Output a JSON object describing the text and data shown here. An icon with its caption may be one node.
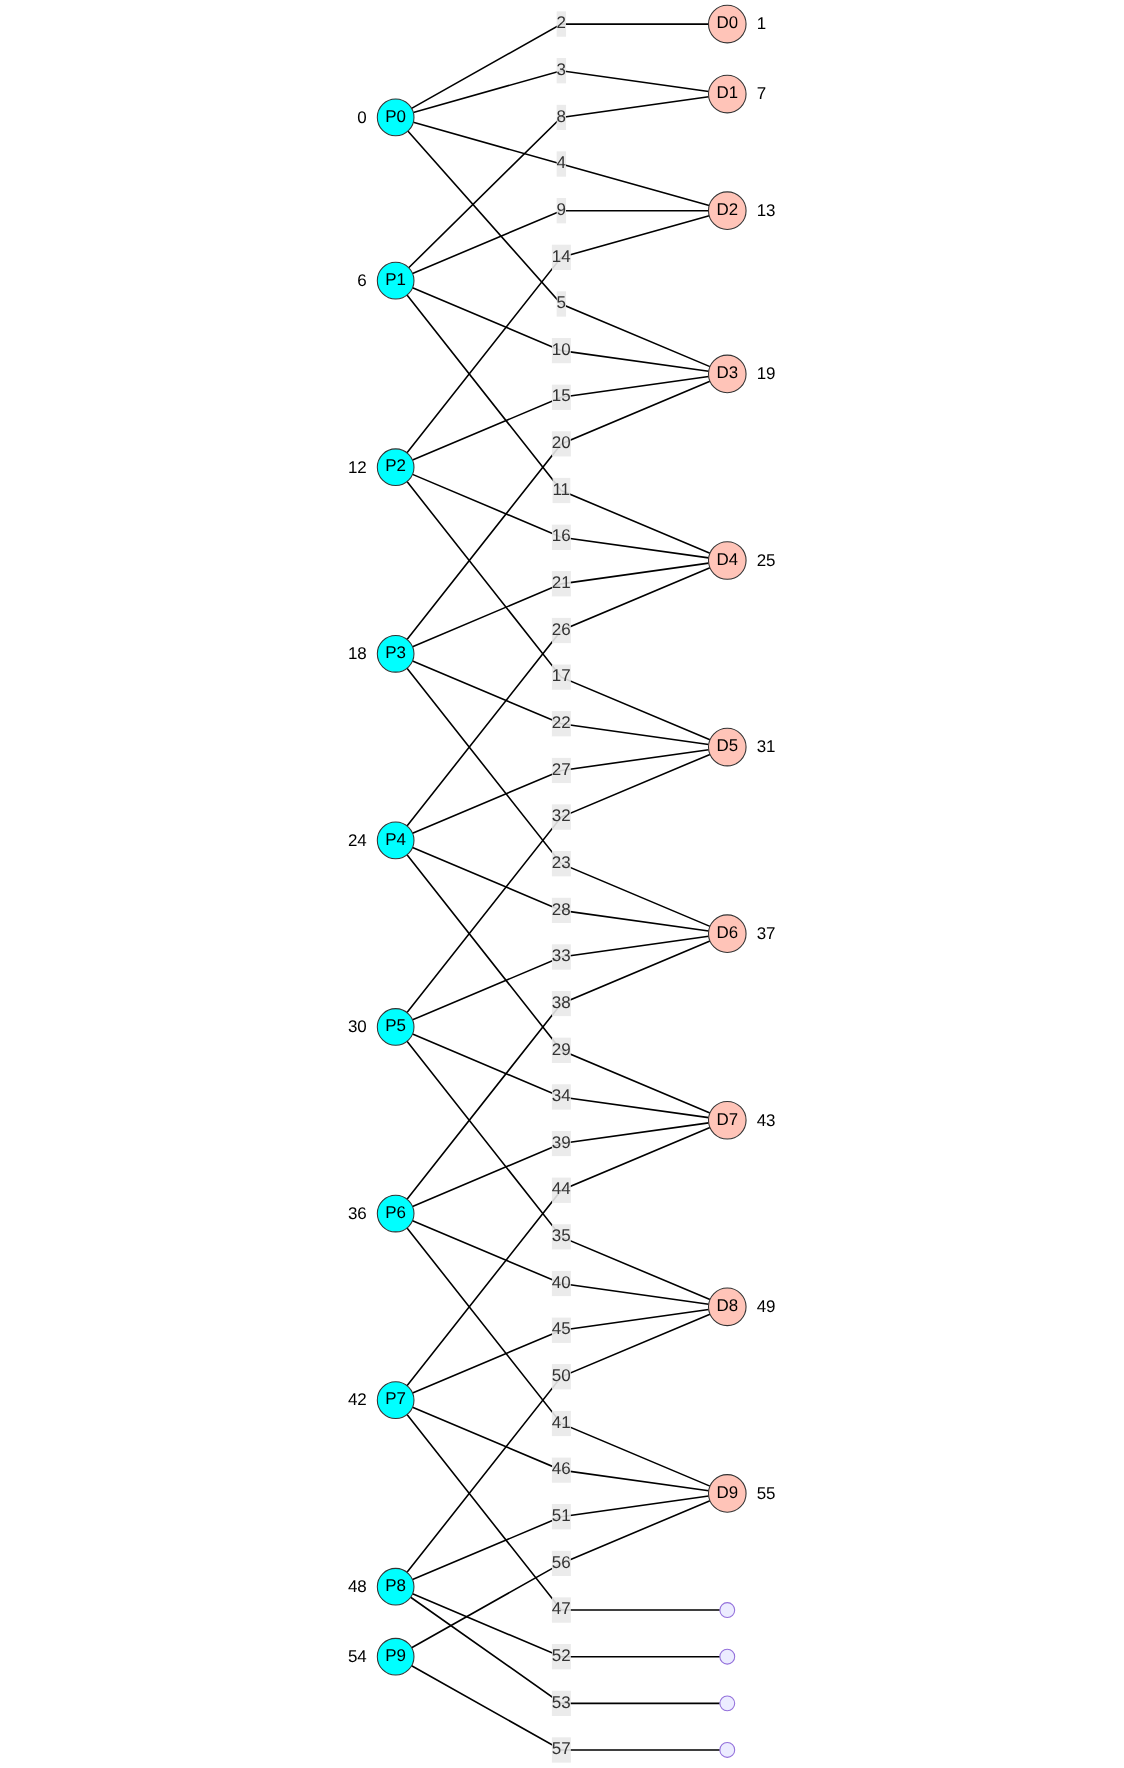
{
  "diagram": {
    "nodes": [
      {
        "text": [
          "P0"
        ],
        "beside": [
          "0"
        ]
      },
      {
        "text": [
          "D0"
        ],
        "beside": [
          "1"
        ]
      },
      {
        "text": [
          "P1"
        ],
        "beside": [
          "6"
        ]
      },
      {
        "text": [
          "D1"
        ],
        "beside": [
          "7"
        ]
      },
      {
        "text": [
          "P2"
        ],
        "beside": [
          "12"
        ]
      },
      {
        "text": [
          "D2"
        ],
        "beside": [
          "13"
        ]
      },
      {
        "text": [
          "P3"
        ],
        "beside": [
          "18"
        ]
      },
      {
        "text": [
          "D3"
        ],
        "beside": [
          "19"
        ]
      },
      {
        "text": [
          "P4"
        ],
        "beside": [
          "24"
        ]
      },
      {
        "text": [
          "D4"
        ],
        "beside": [
          "25"
        ]
      },
      {
        "text": [
          "P5"
        ],
        "beside": [
          "30"
        ]
      },
      {
        "text": [
          "D5"
        ],
        "beside": [
          "31"
        ]
      },
      {
        "text": [
          "P6"
        ],
        "beside": [
          "36"
        ]
      },
      {
        "text": [
          "D6"
        ],
        "beside": [
          "37"
        ]
      },
      {
        "text": [
          "P7"
        ],
        "beside": [
          "42"
        ]
      },
      {
        "text": [
          "D7"
        ],
        "beside": [
          "43"
        ]
      },
      {
        "text": [
          "P8"
        ],
        "beside": [
          "48"
        ]
      },
      {
        "text": [
          "D8"
        ],
        "beside": [
          "49"
        ]
      },
      {
        "text": [
          "P9"
        ],
        "beside": [
          "54"
        ]
      },
      {
        "text": [
          "D9"
        ],
        "beside": [
          "55"
        ]
      }
    ],
    "edges": [
      {
        "from": 0,
        "to": 1,
        "arrow": "none",
        "label": "2"
      },
      {
        "from": 0,
        "to": 3,
        "arrow": "none",
        "label": "3"
      },
      {
        "from": 0,
        "to": 5,
        "arrow": "none",
        "label": "4"
      },
      {
        "from": 0,
        "to": 7,
        "arrow": "none",
        "label": "5"
      },
      {
        "from": 2,
        "to": 3,
        "arrow": "none",
        "label": "8"
      },
      {
        "from": 2,
        "to": 5,
        "arrow": "none",
        "label": "9"
      },
      {
        "from": 2,
        "to": 7,
        "arrow": "none",
        "label": "10"
      },
      {
        "from": 2,
        "to": 9,
        "arrow": "none",
        "label": "11"
      },
      {
        "from": 4,
        "to": 5,
        "arrow": "none",
        "label": "14"
      },
      {
        "from": 4,
        "to": 7,
        "arrow": "none",
        "label": "15"
      },
      {
        "from": 4,
        "to": 9,
        "arrow": "none",
        "label": "16"
      },
      {
        "from": 4,
        "to": 11,
        "arrow": "none",
        "label": "17"
      },
      {
        "from": 6,
        "to": 7,
        "arrow": "none",
        "label": "20"
      },
      {
        "from": 6,
        "to": 9,
        "arrow": "none",
        "label": "21"
      },
      {
        "from": 6,
        "to": 11,
        "arrow": "none",
        "label": "22"
      },
      {
        "from": 6,
        "to": 13,
        "arrow": "none",
        "label": "23"
      },
      {
        "from": 8,
        "to": 9,
        "arrow": "none",
        "label": "26"
      },
      {
        "from": 8,
        "to": 11,
        "arrow": "none",
        "label": "27"
      },
      {
        "from": 8,
        "to": 13,
        "arrow": "none",
        "label": "28"
      },
      {
        "from": 8,
        "to": 15,
        "arrow": "none",
        "label": "29"
      },
      {
        "from": 10,
        "to": 11,
        "arrow": "none",
        "label": "32"
      },
      {
        "from": 10,
        "to": 13,
        "arrow": "none",
        "label": "33"
      },
      {
        "from": 10,
        "to": 15,
        "arrow": "none",
        "label": "34"
      },
      {
        "from": 10,
        "to": 17,
        "arrow": "none",
        "label": "35"
      },
      {
        "from": 12,
        "to": 13,
        "arrow": "none",
        "label": "38"
      },
      {
        "from": 12,
        "to": 15,
        "arrow": "none",
        "label": "39"
      },
      {
        "from": 12,
        "to": 17,
        "arrow": "none",
        "label": "40"
      },
      {
        "from": 12,
        "to": 19,
        "arrow": "none",
        "label": "41"
      },
      {
        "from": 14,
        "to": 15,
        "arrow": "none",
        "label": "44"
      },
      {
        "from": 14,
        "to": 17,
        "arrow": "none",
        "label": "45"
      },
      {
        "from": 14,
        "to": 19,
        "arrow": "none",
        "label": "46"
      },
      {
        "from": 14,
        "to": null,
        "arrow": "none",
        "label": "47"
      },
      {
        "from": 16,
        "to": 17,
        "arrow": "none",
        "label": "50"
      },
      {
        "from": 16,
        "to": 19,
        "arrow": "none",
        "label": "51"
      },
      {
        "from": 16,
        "to": null,
        "arrow": "none",
        "label": "52"
      },
      {
        "from": 16,
        "to": null,
        "arrow": "none",
        "label": "53"
      },
      {
        "from": 18,
        "to": 19,
        "arrow": "none",
        "label": "56"
      },
      {
        "from": 18,
        "to": null,
        "arrow": "none",
        "label": "57"
      }
    ]
  }
}
